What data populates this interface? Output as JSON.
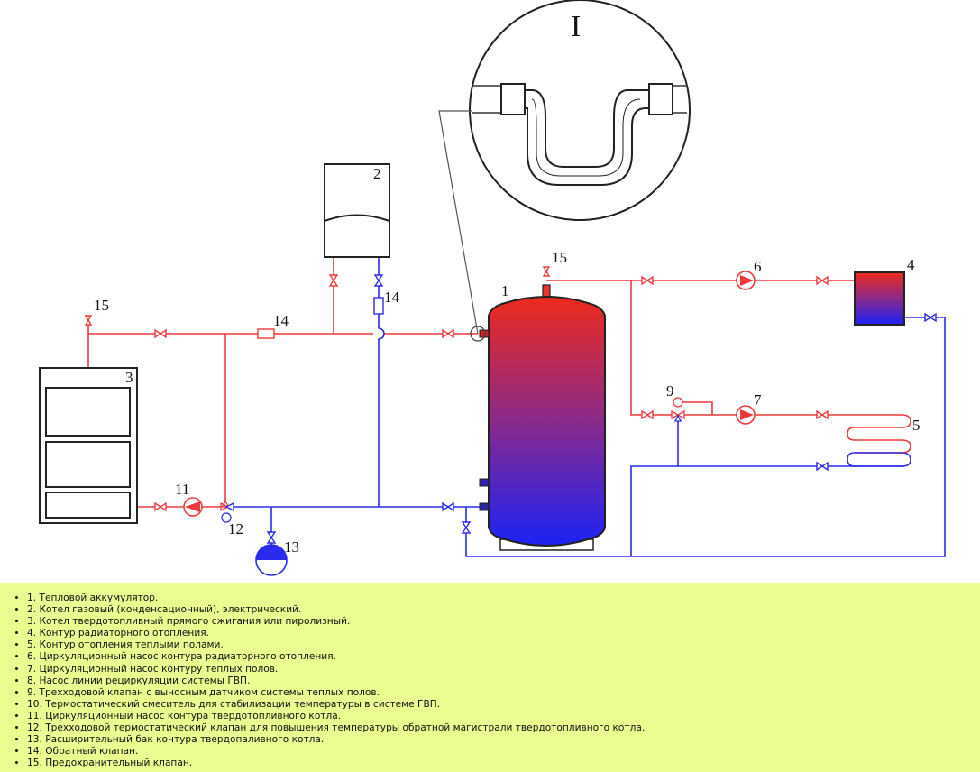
{
  "diagram": {
    "detail_label": "I",
    "labels": {
      "n1": "1",
      "n2": "2",
      "n3": "3",
      "n4": "4",
      "n5": "5",
      "n6": "6",
      "n7": "7",
      "n9": "9",
      "n11": "11",
      "n12": "12",
      "n13": "13",
      "n14a": "14",
      "n14b": "14",
      "n15a": "15",
      "n15b": "15"
    },
    "colors": {
      "hot": "#f03a3a",
      "cold": "#2b2bf0",
      "tank_top": "#ee2a1c",
      "tank_bottom": "#1c22f5",
      "outline": "#222222",
      "legend_bg": "#ebfc91"
    }
  },
  "legend": {
    "items": [
      "1. Тепловой аккумулятор.",
      "2. Котел газовый (конденсационный), электрический.",
      "3. Котел твердотопливный прямого сжигания или пиролизный.",
      "4. Контур радиаторного отопления.",
      "5. Контур отопления теплыми полами.",
      "6. Циркуляционный насос контура радиаторного отопления.",
      "7. Циркуляционный насос контуру теплых полов.",
      "8. Насос линии рециркуляции системы ГВП.",
      "9. Трехходовой клапан с выносным датчиком системы теплых полов.",
      "10. Термостатический смеситель для стабилизации температуры в системе ГВП.",
      "11. Циркуляционный насос контура твердотопливного котла.",
      "12. Трехходовой термостатический клапан для повышения температуры обратной магистрали твердотопливного котла.",
      "13. Расширительный бак контура твердопаливного котла.",
      "14. Обратный клапан.",
      "15. Предохранительный клапан."
    ]
  }
}
